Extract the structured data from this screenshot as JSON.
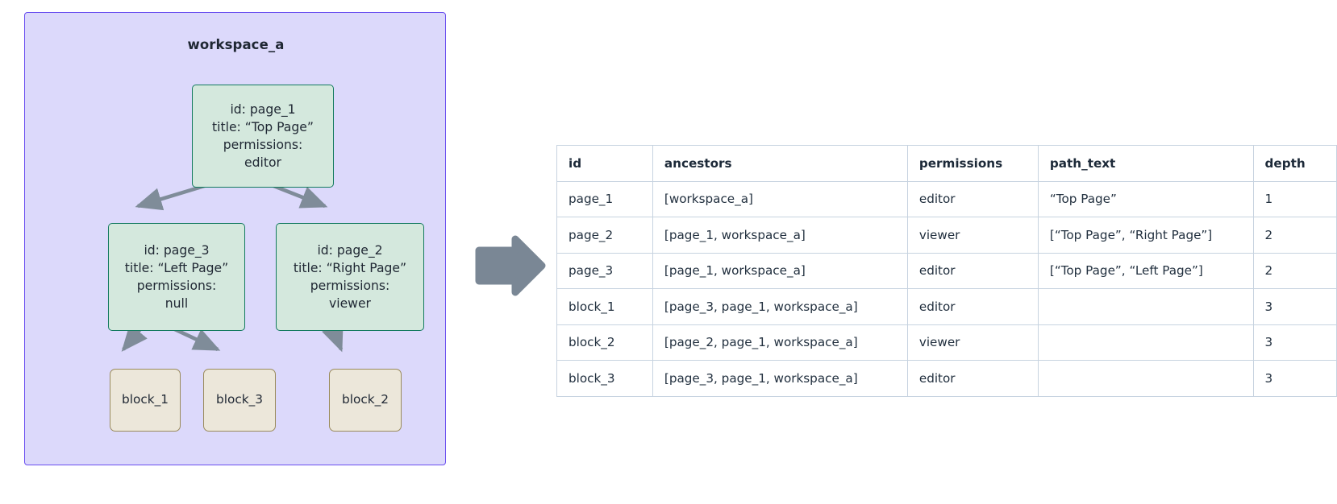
{
  "workspace": {
    "title": "workspace_a",
    "container_fill": "#dcd9fb",
    "container_border": "#6a4ff0"
  },
  "nodes": {
    "page_1": {
      "id_line": "id: page_1",
      "title_line": "title: “Top Page”",
      "permissions_label": "permissions:",
      "permissions_value": "editor"
    },
    "page_3": {
      "id_line": "id: page_3",
      "title_line": "title: “Left Page”",
      "permissions_label": "permissions:",
      "permissions_value": "null"
    },
    "page_2": {
      "id_line": "id: page_2",
      "title_line": "title: “Right Page”",
      "permissions_label": "permissions:",
      "permissions_value": "viewer"
    },
    "block_1": {
      "label": "block_1"
    },
    "block_3": {
      "label": "block_3"
    },
    "block_2": {
      "label": "block_2"
    }
  },
  "edges": [
    {
      "from": "page_1",
      "to": "page_3"
    },
    {
      "from": "page_1",
      "to": "page_2"
    },
    {
      "from": "page_3",
      "to": "block_1"
    },
    {
      "from": "page_3",
      "to": "block_3"
    },
    {
      "from": "page_2",
      "to": "block_2"
    }
  ],
  "transition_arrow": {
    "name": "right-arrow",
    "color": "#7a8795"
  },
  "table": {
    "columns": [
      "id",
      "ancestors",
      "permissions",
      "path_text",
      "depth"
    ],
    "rows": [
      {
        "id": "page_1",
        "ancestors": "[workspace_a]",
        "permissions": "editor",
        "path_text": "“Top Page”",
        "depth": "1"
      },
      {
        "id": "page_2",
        "ancestors": "[page_1, workspace_a]",
        "permissions": "viewer",
        "path_text": "[“Top Page”, “Right Page”]",
        "depth": "2"
      },
      {
        "id": "page_3",
        "ancestors": "[page_1, workspace_a]",
        "permissions": "editor",
        "path_text": "[“Top Page”, “Left Page”]",
        "depth": "2"
      },
      {
        "id": "block_1",
        "ancestors": "[page_3, page_1, workspace_a]",
        "permissions": "editor",
        "path_text": "",
        "depth": "3"
      },
      {
        "id": "block_2",
        "ancestors": "[page_2, page_1, workspace_a]",
        "permissions": "viewer",
        "path_text": "",
        "depth": "3"
      },
      {
        "id": "block_3",
        "ancestors": "[page_3, page_1, workspace_a]",
        "permissions": "editor",
        "path_text": "",
        "depth": "3"
      }
    ]
  },
  "colors": {
    "page_node_fill": "#d4e8dd",
    "page_node_border": "#137a5f",
    "block_node_fill": "#ece7da",
    "block_node_border": "#9a8b5c",
    "edge": "#7f8c99",
    "table_border": "#c7d3e0"
  }
}
